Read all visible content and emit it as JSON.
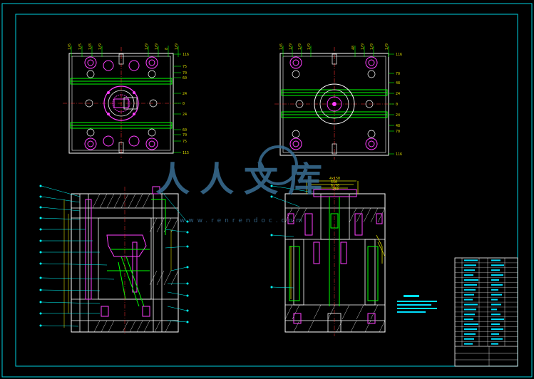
{
  "watermark": {
    "text": "人人文库",
    "url": "www.renrendoc.com"
  },
  "top_left_view": {
    "top_dims": [
      "1/6",
      "1/5",
      "1/8",
      "1/9",
      "1/9",
      "1/9",
      "8",
      "1/9"
    ],
    "right_dims": [
      "116",
      "75",
      "70",
      "60",
      "24",
      "0",
      "24",
      "60",
      "70",
      "75",
      "115"
    ]
  },
  "top_right_view": {
    "top_dims": [
      "1/6",
      "1/9",
      "1/9",
      "1/9",
      "48",
      "1/9",
      "1/9",
      "1/9"
    ],
    "right_dims": [
      "116",
      "70",
      "48",
      "24",
      "0",
      "24",
      "48",
      "70",
      "116"
    ]
  },
  "section_right": {
    "top_dims": [
      "4x150",
      "550",
      "6x70",
      "250"
    ]
  },
  "colors": {
    "frame": "#00d0e0",
    "structure": "#ffffff",
    "dims": "#e0e000",
    "parts": "#ff40ff",
    "green": "#00ff00",
    "centerline": "#ff3030",
    "watermark": "#3a6f95"
  }
}
